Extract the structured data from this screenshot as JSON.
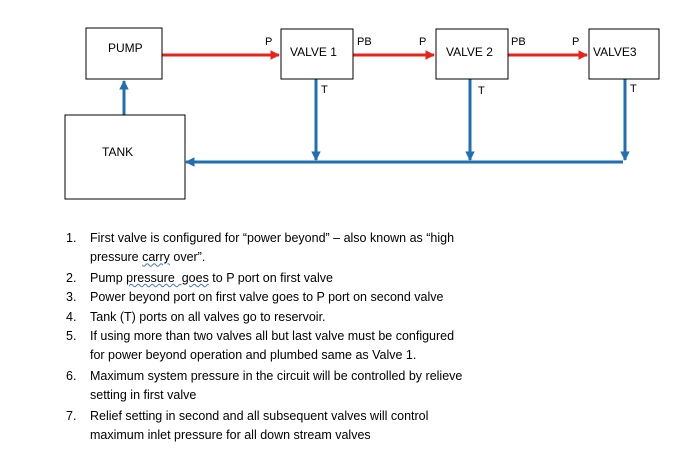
{
  "diagram": {
    "boxes": {
      "pump": "PUMP",
      "valve1": "VALVE 1",
      "valve2": "VALVE 2",
      "valve3": "VALVE3",
      "tank": "TANK"
    },
    "ports": {
      "valve1_in": "P",
      "valve1_pb": "PB",
      "valve1_t": "T",
      "valve2_in": "P",
      "valve2_pb": "PB",
      "valve2_t": "T",
      "valve3_in": "P",
      "valve3_t": "T"
    },
    "colors": {
      "pressure_line": "#e8231b",
      "return_line": "#1f6fb2",
      "box_border": "#000000"
    }
  },
  "notes": [
    {
      "num": "1.",
      "line1": "First valve is configured for “power beyond” – also known as “high",
      "line2_pre": "pressure ",
      "line2_mark": "carry",
      "line2_post": " over”."
    },
    {
      "num": "2.",
      "pre": "Pump ",
      "mark": "pressure  goes",
      "post": " to P port on first valve"
    },
    {
      "num": "3.",
      "text": "Power beyond port on first valve goes to P port on second valve"
    },
    {
      "num": "4.",
      "text": "Tank (T) ports on all valves go to reservoir."
    },
    {
      "num": "5.",
      "line1": "If using more than two valves all but last valve must be configured",
      "line2": "for power beyond operation and plumbed same as Valve 1."
    },
    {
      "num": "6.",
      "line1": "Maximum system pressure in the circuit will be controlled by relieve",
      "line2": "setting in first valve"
    },
    {
      "num": "7.",
      "line1": "Relief setting in second and all subsequent valves will control",
      "line2": "maximum inlet pressure for all down stream valves"
    }
  ]
}
